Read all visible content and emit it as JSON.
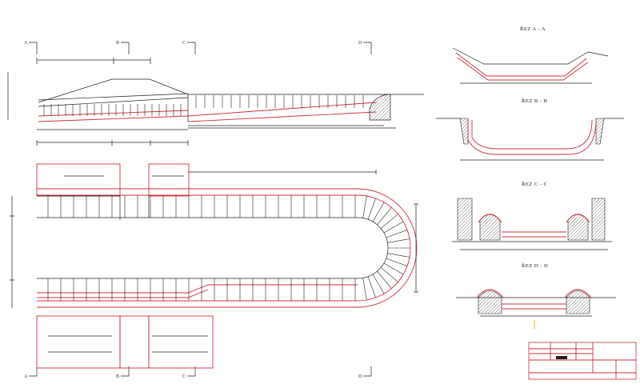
{
  "section_marks": [
    "A",
    "B",
    "C",
    "D"
  ],
  "sections": [
    {
      "title": "ŘEZ A - A"
    },
    {
      "title": "ŘEZ B - B"
    },
    {
      "title": "ŘEZ C - C"
    },
    {
      "title": "ŘEZ D - D"
    }
  ],
  "colors": {
    "line": "#222222",
    "accent": "#d0303a",
    "hatch": "#555555"
  }
}
